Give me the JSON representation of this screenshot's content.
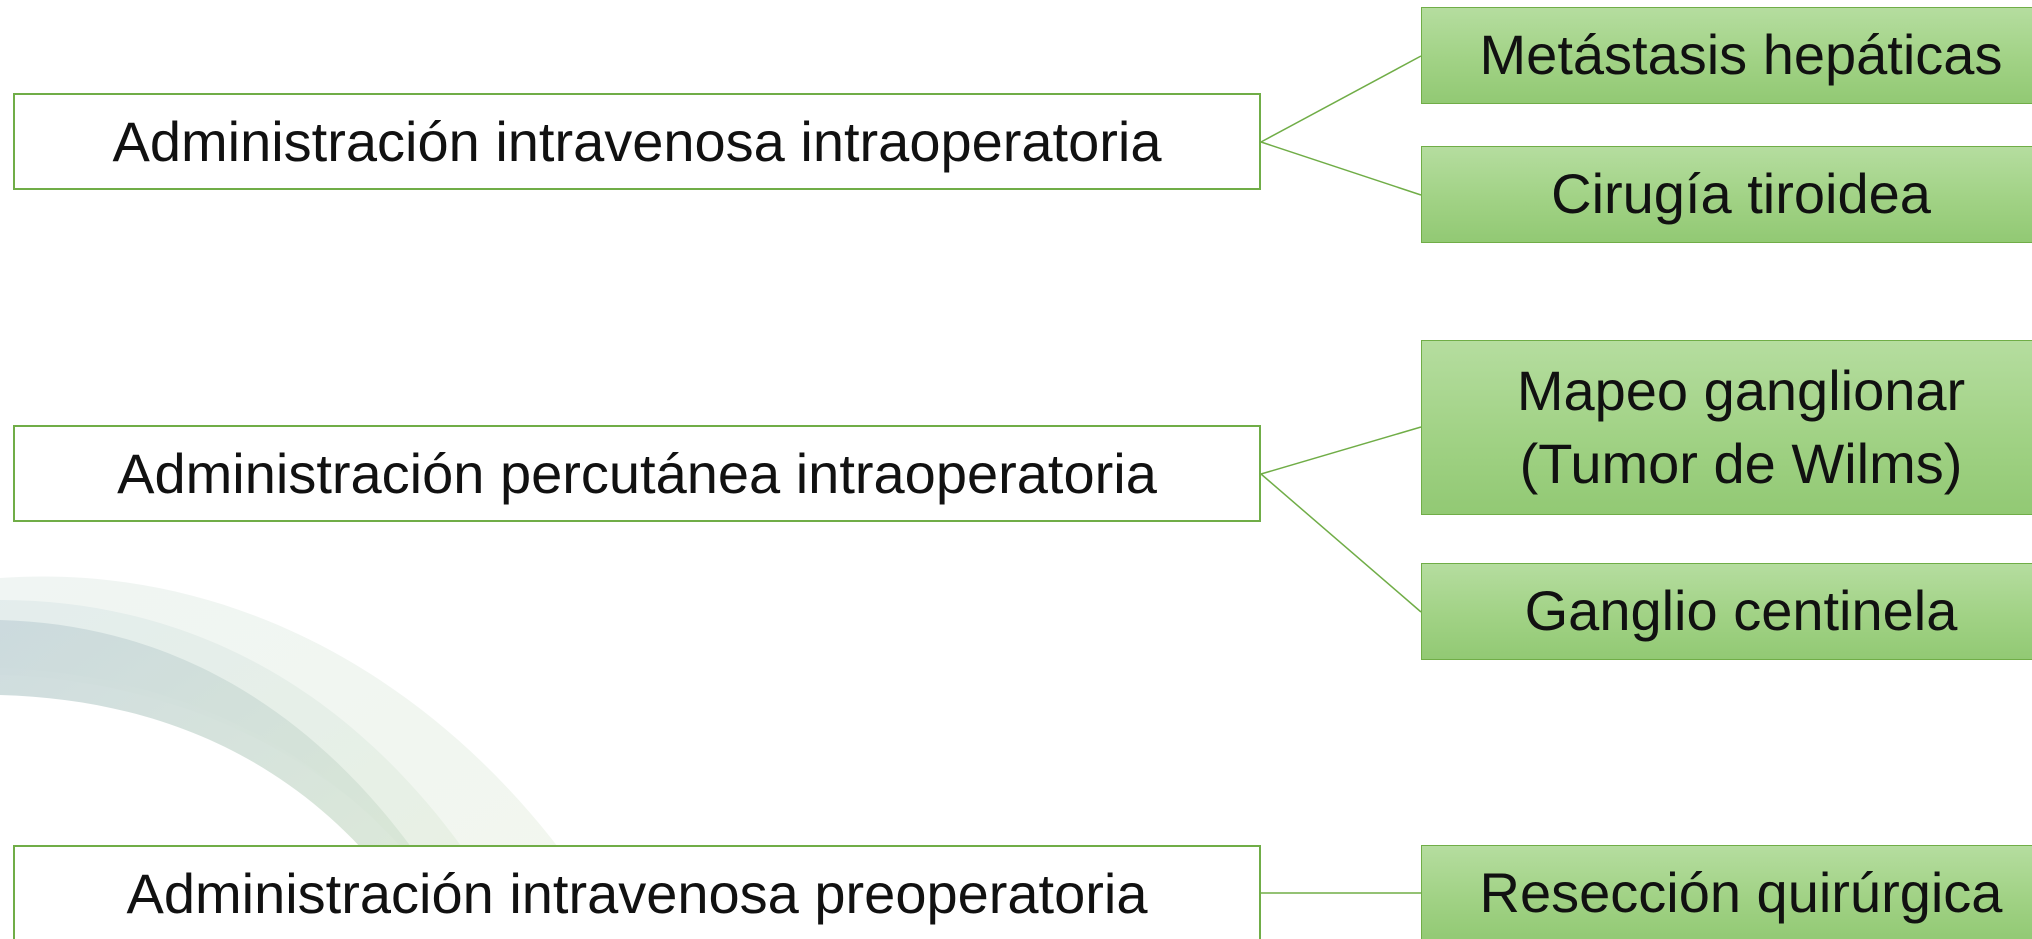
{
  "colors": {
    "border": "#70ad47",
    "fill_top": "#b5dd9f",
    "fill_bottom": "#92c974",
    "text": "#111111",
    "connector": "#70ad47"
  },
  "diagram": {
    "groups": [
      {
        "source": "Administración intravenosa intraoperatoria",
        "targets": [
          "Metástasis hepáticas",
          "Cirugía tiroidea"
        ]
      },
      {
        "source": "Administración percutánea intraoperatoria",
        "targets": [
          "Mapeo ganglionar\n(Tumor de Wilms)",
          "Ganglio centinela"
        ]
      },
      {
        "source": "Administración intravenosa preoperatoria",
        "targets": [
          "Resección quirúrgica"
        ]
      }
    ]
  }
}
